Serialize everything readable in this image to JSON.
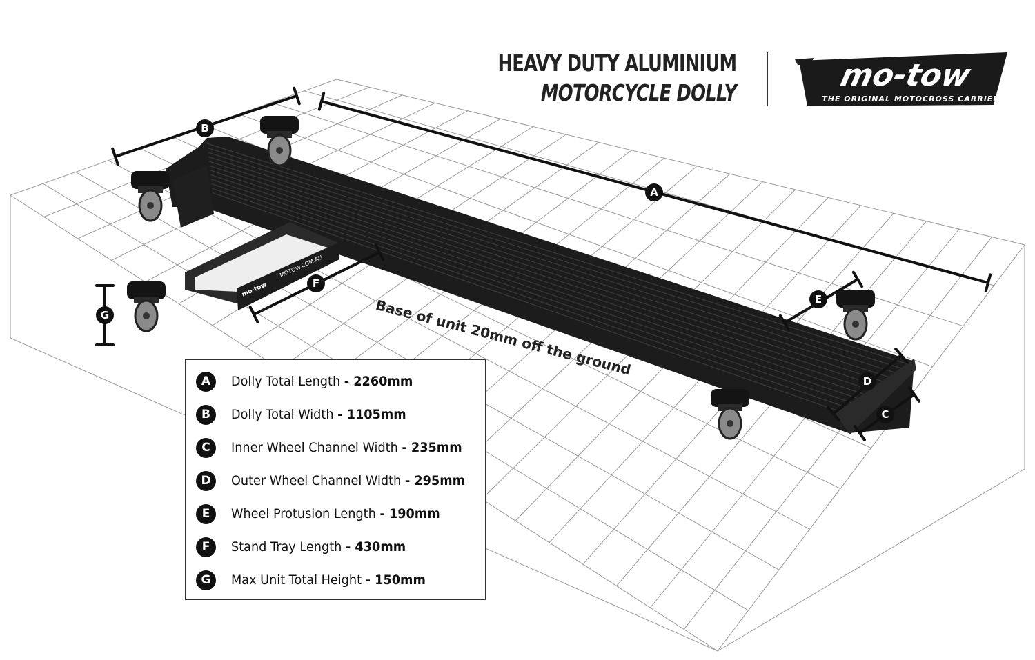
{
  "header": {
    "title_line1": "HEAVY DUTY ALUMINIUM",
    "title_line2": "MOTORCYCLE DOLLY"
  },
  "logo": {
    "wordmark": "mo-tow",
    "tagline": "THE ORIGINAL MOTOCROSS CARRIER"
  },
  "tray_label": {
    "brand": "mo-tow",
    "url": "MOTOW.COM.AU"
  },
  "annotation": {
    "base_note": "Base of unit 20mm off the ground"
  },
  "dimension_markers": [
    "A",
    "B",
    "C",
    "D",
    "E",
    "F",
    "G"
  ],
  "specs": [
    {
      "letter": "A",
      "label": "Dolly Total Length",
      "value": "- 2260mm"
    },
    {
      "letter": "B",
      "label": "Dolly Total Width",
      "value": "- 1105mm"
    },
    {
      "letter": "C",
      "label": "Inner Wheel Channel Width",
      "value": "- 235mm"
    },
    {
      "letter": "D",
      "label": "Outer Wheel Channel Width",
      "value": "- 295mm"
    },
    {
      "letter": "E",
      "label": "Wheel Protusion Length",
      "value": "- 190mm"
    },
    {
      "letter": "F",
      "label": "Stand Tray Length",
      "value": "- 430mm"
    },
    {
      "letter": "G",
      "label": "Max Unit Total Height",
      "value": "- 150mm"
    }
  ],
  "colors": {
    "dolly_body": "#1c1c1c",
    "grid_line": "#9a9a9a",
    "dimension_line": "#111111",
    "wheel": "#8a8a8a"
  }
}
